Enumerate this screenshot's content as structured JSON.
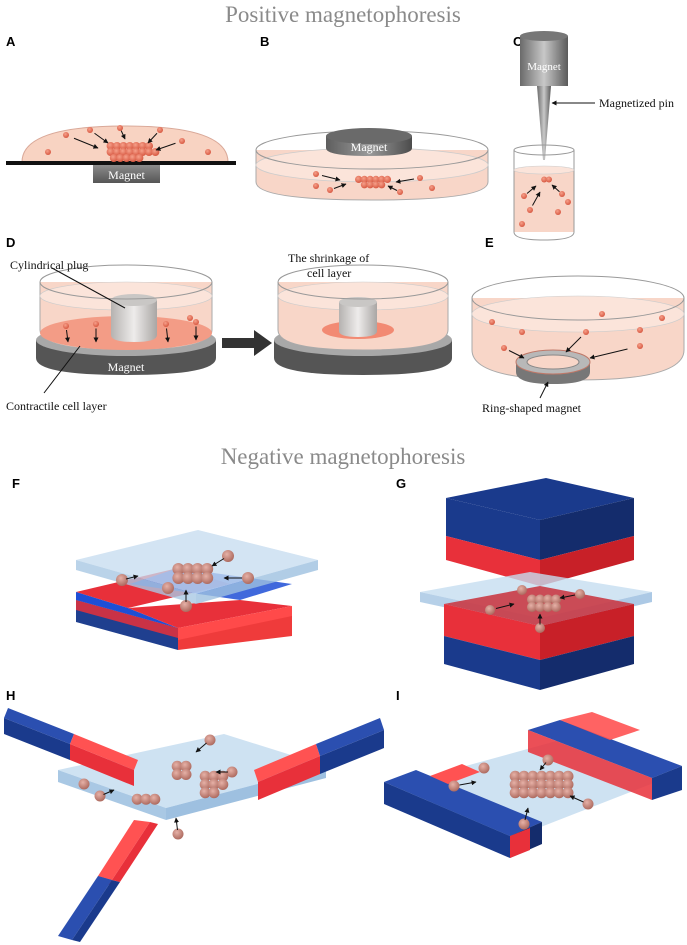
{
  "headings": {
    "positive": "Positive magnetophoresis",
    "negative": "Negative magnetophoresis"
  },
  "panels": {
    "A": {
      "letter": "A",
      "magnet": "Magnet"
    },
    "B": {
      "letter": "B",
      "magnet": "Magnet"
    },
    "C": {
      "letter": "C",
      "magnet": "Magnet",
      "pin": "Magnetized pin"
    },
    "D": {
      "letter": "D",
      "plug": "Cylindrical plug",
      "shrink1": "The shrinkage of",
      "shrink2": "cell layer",
      "magnet": "Magnet",
      "contractile": "Contractile cell layer"
    },
    "E": {
      "letter": "E",
      "ring": "Ring-shaped magnet"
    },
    "F": {
      "letter": "F"
    },
    "G": {
      "letter": "G"
    },
    "H": {
      "letter": "H"
    },
    "I": {
      "letter": "I"
    }
  },
  "colors": {
    "magnet_blue": "#1a3a8c",
    "magnet_red": "#e8303a",
    "cell": "#c98276",
    "medium": "#f8d6c8",
    "glass": "#c6ddf0"
  }
}
